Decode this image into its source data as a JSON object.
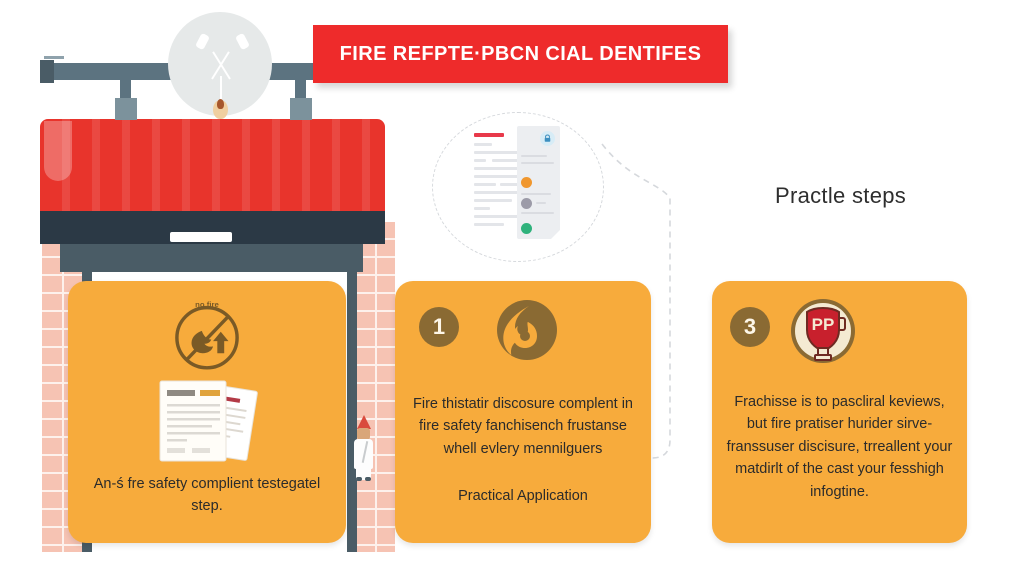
{
  "title_banner": {
    "text": "FIRE REFPTE·PBCN CIAL DENTIFES",
    "background_color": "#EE2B2B",
    "text_color": "#FFFFFF"
  },
  "right_heading": {
    "text": "Practle steps"
  },
  "illustration_left": {
    "name": "storefront-with-awning",
    "awning_color": "#E8342C",
    "awning_band_color": "#2B3945",
    "brick_color": "#F6C3B3",
    "frame_color": "#4A5C66",
    "lamp_circle_color": "#E6E9E9",
    "worker": {
      "hat_color": "#D94A3D",
      "coat_color": "#FDFDFD"
    }
  },
  "illustration_center": {
    "name": "document-with-lock-illustration",
    "circle_style": "dashed",
    "circle_color": "#D5D8DC",
    "document_heading_bar_color": "#E8394A",
    "lock_badge_color": "#D7ECF6",
    "status_dots": [
      "#F0972E",
      "#9C9BA8",
      "#2FB27C"
    ]
  },
  "cards": [
    {
      "id": "card-1",
      "badge": null,
      "icons": [
        "no-fire-icon",
        "documents-icon"
      ],
      "text": "An-ś fre safety complient testegatel step.",
      "subtext": null,
      "background_color": "#F7AB3C"
    },
    {
      "id": "card-2",
      "badge": "1",
      "icons": [
        "flame-swirl-icon"
      ],
      "text": "Fire thistatir discosure complent in fire safety fanchisench frustanse whell evlery mennilguers",
      "subtext": "Practical Application",
      "background_color": "#F7AB3C"
    },
    {
      "id": "card-3",
      "badge": "3",
      "icons": [
        "shield-pp-icon"
      ],
      "text": "Frachisse is to pascliral keviews, but fire pratiser hurider sirve-franssuser discisure, trreallent your matdirlt of the cast your fesshigh infogtine.",
      "subtext": null,
      "background_color": "#F7AB3C"
    }
  ]
}
